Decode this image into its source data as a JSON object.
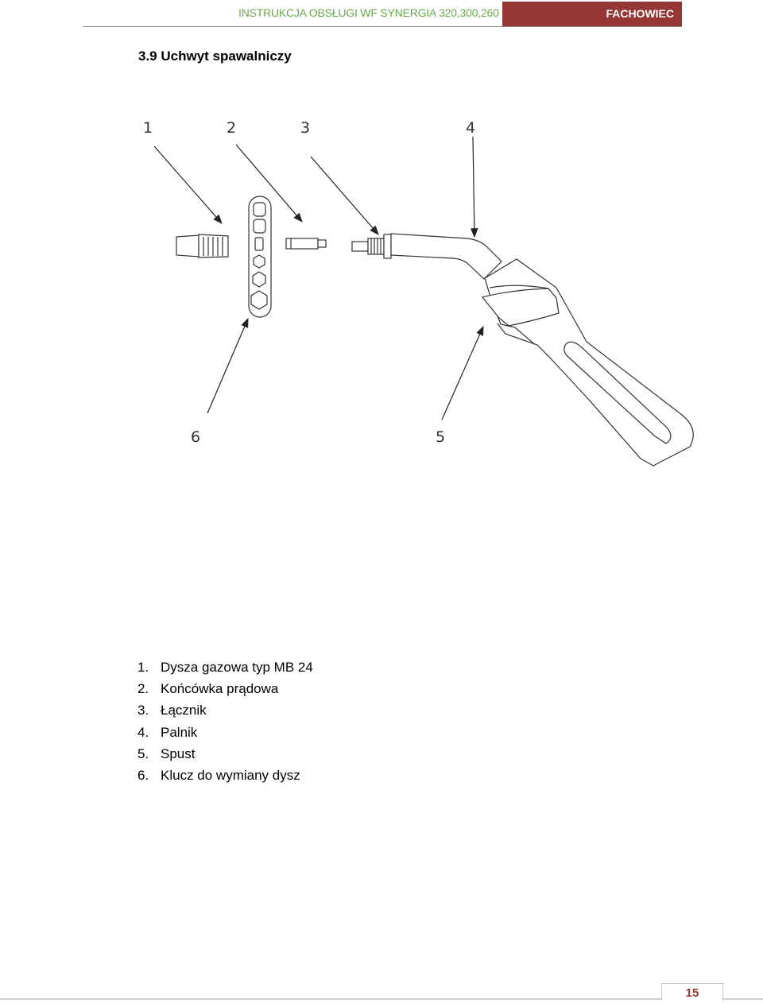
{
  "header": {
    "title": "INSTRUKCJA OBSŁUGI WF SYNERGIA 320,300,260",
    "badge": "FACHOWIEC"
  },
  "section": {
    "heading": "3.9 Uchwyt spawalniczy"
  },
  "figure": {
    "callouts": [
      "1",
      "2",
      "3",
      "4",
      "5",
      "6"
    ]
  },
  "parts": [
    {
      "num": "1.",
      "label": "Dysza gazowa typ MB 24"
    },
    {
      "num": "2.",
      "label": "Końcówka prądowa"
    },
    {
      "num": "3.",
      "label": "Łącznik"
    },
    {
      "num": "4.",
      "label": "Palnik"
    },
    {
      "num": "5.",
      "label": "Spust"
    },
    {
      "num": "6.",
      "label": "Klucz do wymiany dysz"
    }
  ],
  "footer": {
    "page_number": "15"
  }
}
